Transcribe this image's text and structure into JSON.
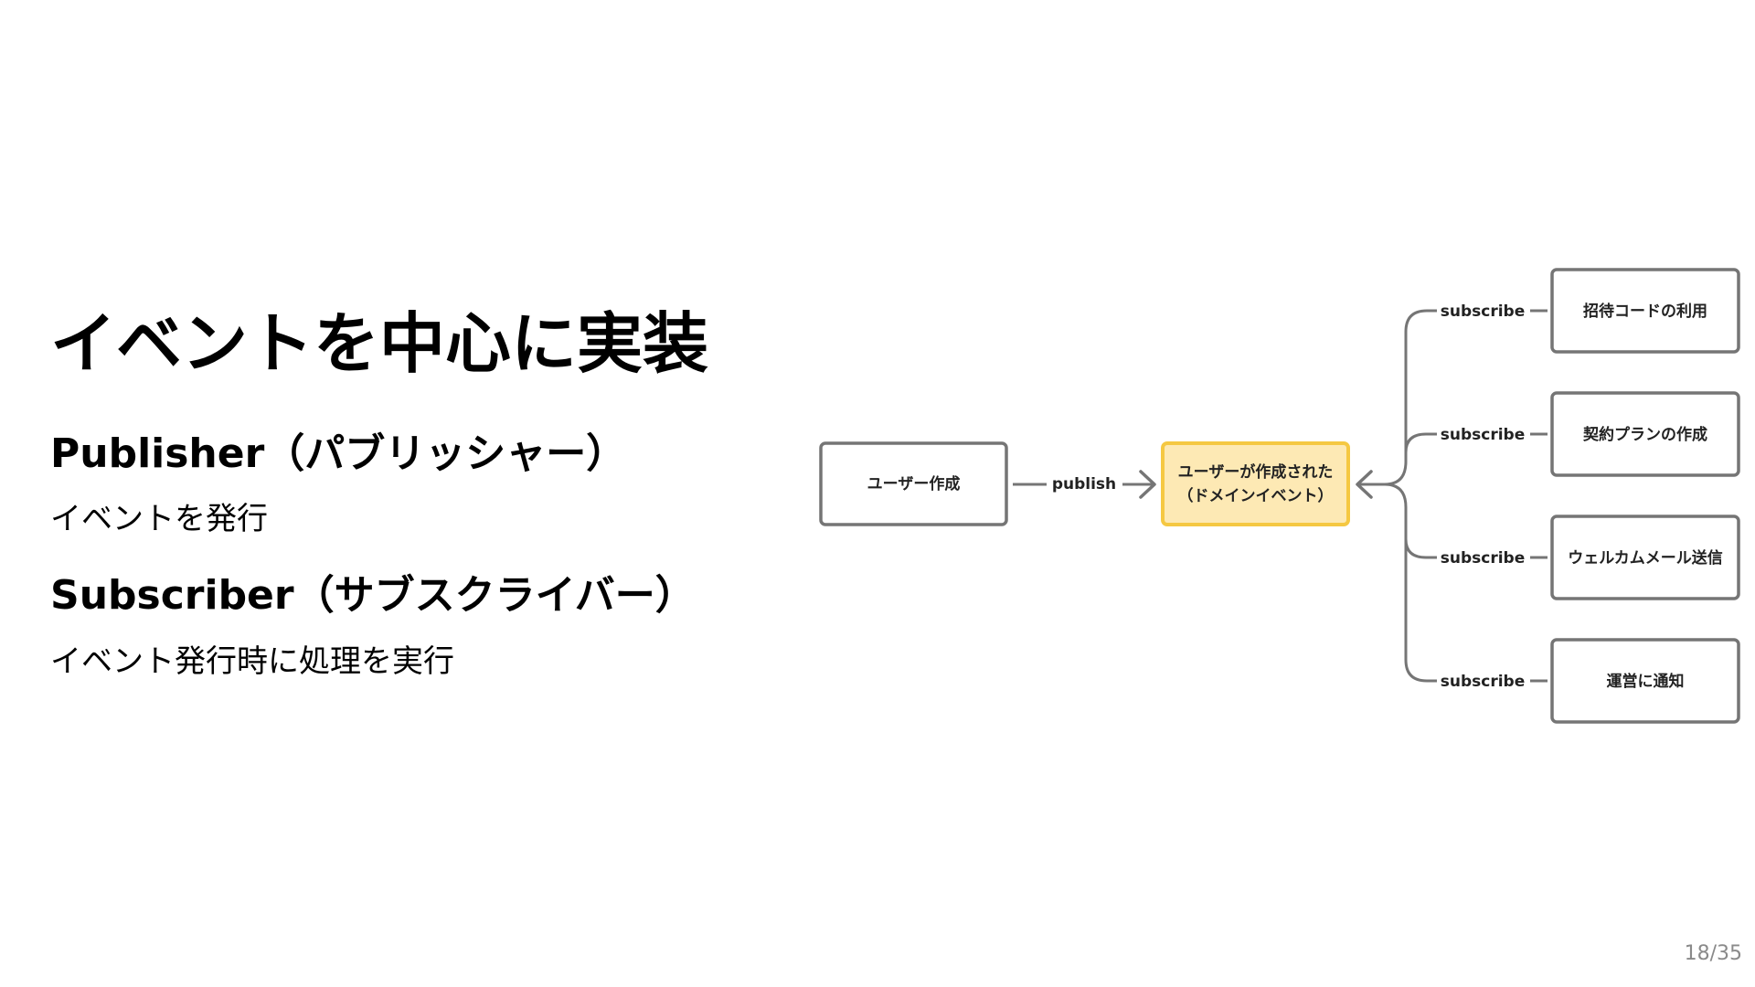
{
  "slide": {
    "title": "イベントを中心に実装",
    "publisher": {
      "term": "Publisher（パブリッシャー）",
      "description": "イベントを発行"
    },
    "subscriber": {
      "term": "Subscriber（サブスクライバー）",
      "description": "イベント発行時に処理を実行"
    },
    "page_number": "18/35"
  },
  "diagram": {
    "source": {
      "label": "ユーザー作成"
    },
    "publish_label": "publish",
    "event": {
      "label_line1": "ユーザーが作成された",
      "label_line2": "（ドメインイベント）",
      "fill": "#fde9b4",
      "stroke": "#f5c842"
    },
    "subscribers": [
      {
        "edge_label": "subscribe",
        "label": "招待コードの利用"
      },
      {
        "edge_label": "subscribe",
        "label": "契約プランの作成"
      },
      {
        "edge_label": "subscribe",
        "label": "ウェルカムメール送信"
      },
      {
        "edge_label": "subscribe",
        "label": "運営に通知"
      }
    ],
    "node_stroke": "#757575",
    "line_color": "#757575"
  }
}
